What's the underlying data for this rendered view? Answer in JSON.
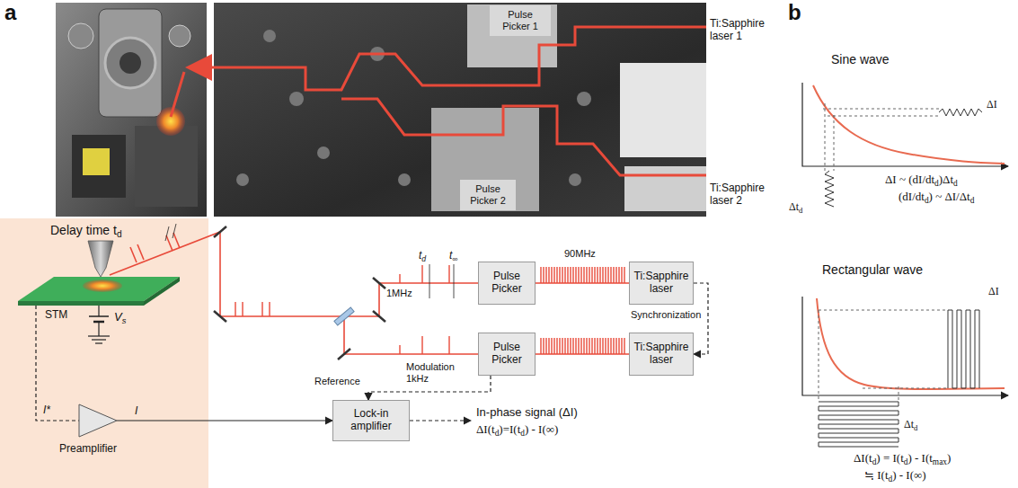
{
  "diagram": {
    "nodes": [
      {
        "text": [
          "Pulse Picker 1"
        ]
      },
      {
        "text": [
          "Pulse Picker 2"
        ]
      },
      {
        "text": [
          "Pulse Picker"
        ]
      },
      {
        "text": [
          "Ti:Sapphire laser"
        ]
      },
      {
        "text": [
          "Pulse Picker"
        ]
      },
      {
        "text": [
          "Ti:Sapphire laser"
        ]
      },
      {
        "text": [
          "Lock-in amplifier"
        ]
      },
      {
        "text": [
          "Preamplifier"
        ]
      }
    ],
    "edges": [
      {
        "from": 3,
        "to": 2,
        "arrow": "none"
      },
      {
        "from": 5,
        "to": 4,
        "arrow": "none"
      },
      {
        "from": 3,
        "to": 5,
        "arrow": "to"
      },
      {
        "from": 4,
        "to": 6,
        "arrow": "to"
      },
      {
        "from": 7,
        "to": 6,
        "arrow": "to"
      }
    ],
    "labels": [
      "a",
      "b",
      "Ti:Sapphire laser 1",
      "Ti:Sapphire laser 2",
      "Delay time t",
      "d",
      "STM",
      "V",
      "s",
      "I*",
      "I",
      "t",
      "d",
      "t",
      "∞",
      "1MHz",
      "90MHz",
      "Synchronization",
      "Modulation 1kHz",
      "Reference",
      "In-phase signal (ΔI)",
      "ΔI(t",
      "d",
      ")=I(t",
      "d",
      ") - I(∞)",
      "Sine wave",
      "ΔI",
      "Δt",
      "d",
      "ΔI ~ (dI/dt",
      "d",
      ")Δt",
      "d",
      "(dI/dt",
      "d",
      ") ~ ΔI/Δt",
      "d",
      "Rectangular wave",
      "ΔI",
      "Δt",
      "d",
      "ΔI(t",
      "d",
      ") = I(t",
      "d",
      ") - I(t",
      "max",
      ")",
      "≒ I(t",
      "d",
      ") - I(∞)"
    ]
  }
}
